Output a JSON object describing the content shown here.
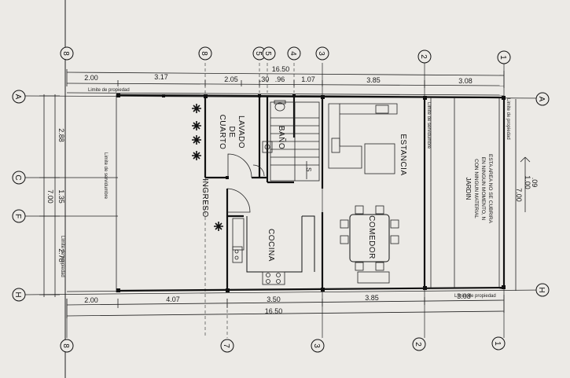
{
  "top_axes": [
    "8",
    "5",
    "5",
    "4",
    "3",
    "2",
    "1"
  ],
  "bottom_axes": [
    "8",
    "7",
    "3",
    "2",
    "1"
  ],
  "left_axes": [
    "A",
    "C",
    "F",
    "H"
  ],
  "right_axes": [
    "A",
    "H"
  ],
  "top_dims": [
    "2.00",
    "3.17",
    "2.05",
    ".30",
    ".96",
    "1.07",
    "3.85",
    "3.08"
  ],
  "top_total": "16.50",
  "bottom_dims": [
    "2.00",
    "4.07",
    "3.50",
    "3.85",
    "3.08"
  ],
  "bottom_total": "16.50",
  "left_dims": [
    "2.88",
    "1.35",
    "2.78"
  ],
  "left_total": "7.00",
  "right_dims": [
    ".09",
    "1.00"
  ],
  "right_total": "7.00",
  "rooms": {
    "lavado": [
      "CUARTO",
      "DE",
      "LAVADO"
    ],
    "bano": "BAÑO",
    "estancia": "ESTANCIA",
    "comedor": "COMEDOR",
    "cocina": "COCINA",
    "ingreso": "INGRESO",
    "stair_mark": "S"
  },
  "labels": {
    "limite_propiedad": "Limite de propiedad",
    "limite_servidumbre": "Limite de servidumbre"
  },
  "jardin_note": [
    "ESTA AREA NO SE CUBRIRA",
    "EN NINGUN MOMENTO, N",
    "CON NINGUN MATERIAL",
    "JARDIN"
  ]
}
